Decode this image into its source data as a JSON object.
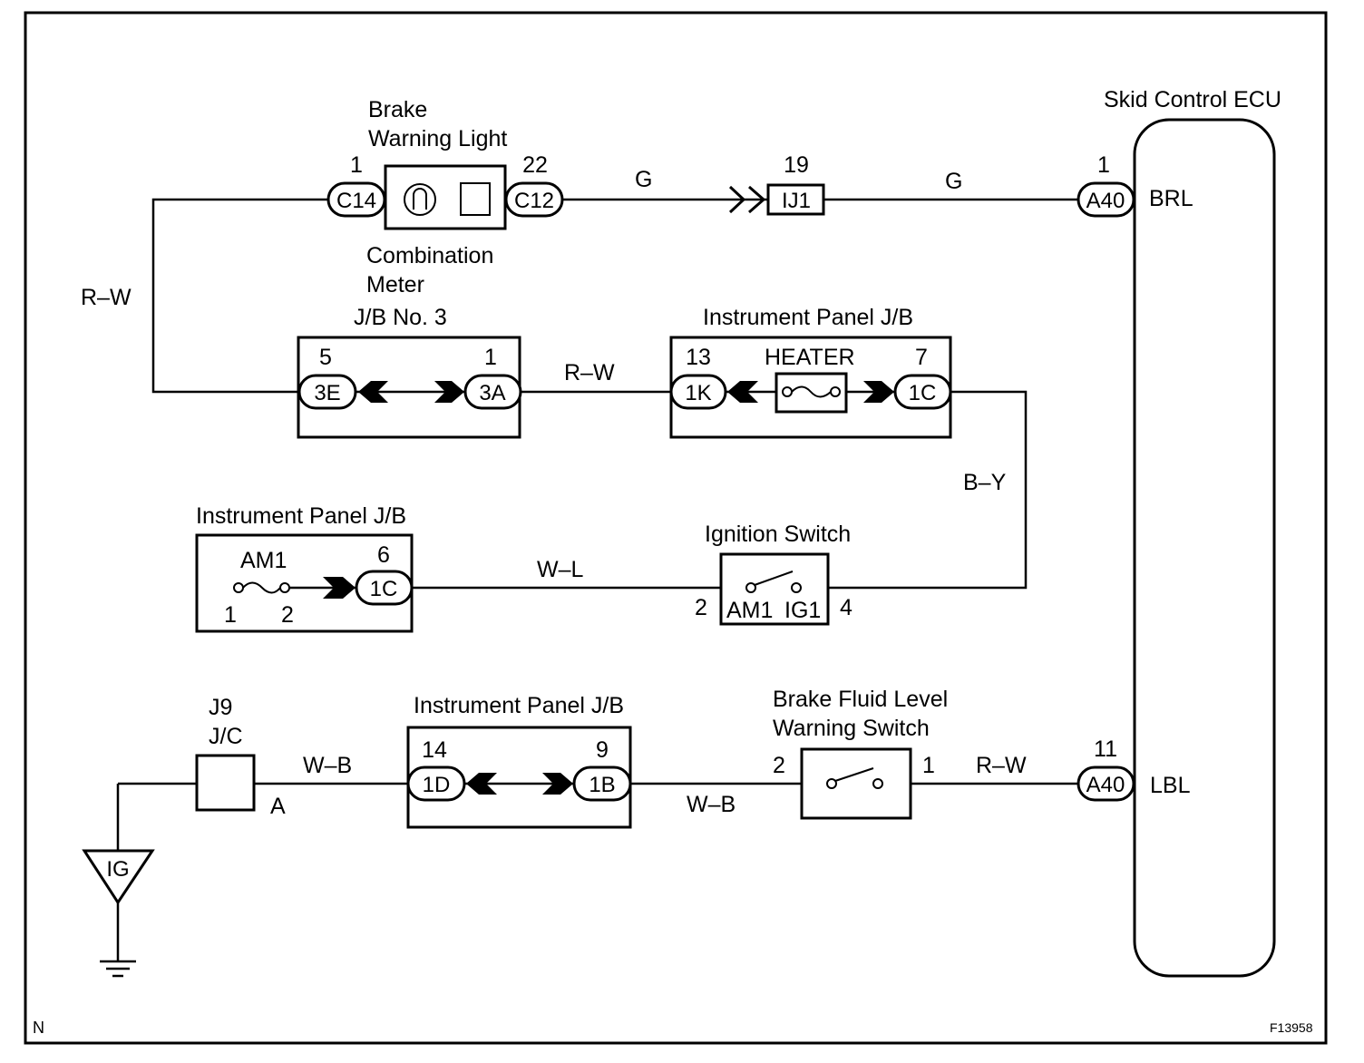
{
  "figure": {
    "corner_mark": "N",
    "figure_code": "F13958"
  },
  "skid_control_ecu": {
    "label": "Skid Control ECU",
    "brl": {
      "terminal": "BRL",
      "connector": "A40",
      "pin": "1"
    },
    "lbl": {
      "terminal": "LBL",
      "connector": "A40",
      "pin": "11"
    }
  },
  "brake_warning_light": {
    "label_line1": "Brake",
    "label_line2": "Warning Light"
  },
  "combination_meter": {
    "label_line1": "Combination",
    "label_line2": "Meter",
    "left_pin": "1",
    "left_connector": "C14",
    "right_pin": "22",
    "right_connector": "C12"
  },
  "junction_ij1": {
    "pin": "19",
    "label": "IJ1"
  },
  "jb_no3": {
    "label": "J/B No. 3",
    "left_pin": "5",
    "left_connector": "3E",
    "right_pin": "1",
    "right_connector": "3A"
  },
  "ip_jb_heater": {
    "label": "Instrument Panel J/B",
    "left_pin": "13",
    "left_connector": "1K",
    "fuse": "HEATER",
    "right_pin": "7",
    "right_connector": "1C"
  },
  "ip_jb_am1": {
    "label": "Instrument Panel J/B",
    "fuse": "AM1",
    "fuse_pin_1": "1",
    "fuse_pin_2": "2",
    "pin": "6",
    "connector": "1C"
  },
  "ignition_switch": {
    "label": "Ignition Switch",
    "left_pin": "2",
    "left_terminal": "AM1",
    "right_pin": "4",
    "right_terminal": "IG1"
  },
  "junction_j9": {
    "label_line1": "J9",
    "label_line2": "J/C",
    "pin": "A"
  },
  "ground_point": {
    "label": "IG"
  },
  "ip_jb_lower": {
    "label": "Instrument Panel J/B",
    "left_pin": "14",
    "left_connector": "1D",
    "right_pin": "9",
    "right_connector": "1B"
  },
  "brake_fluid_switch": {
    "label_line1": "Brake Fluid Level",
    "label_line2": "Warning Switch",
    "left_pin": "2",
    "right_pin": "1"
  },
  "wires": {
    "meter_to_jb3": "R–W",
    "meter_to_ij1": "G",
    "ij1_to_ecu": "G",
    "jb3_to_ipjb": "R–W",
    "ipjb_to_ignition": "B–Y",
    "am1_to_ignition": "W–L",
    "jc_to_ipjb": "W–B",
    "ipjb_to_switch": "W–B",
    "switch_to_ecu": "R–W"
  }
}
